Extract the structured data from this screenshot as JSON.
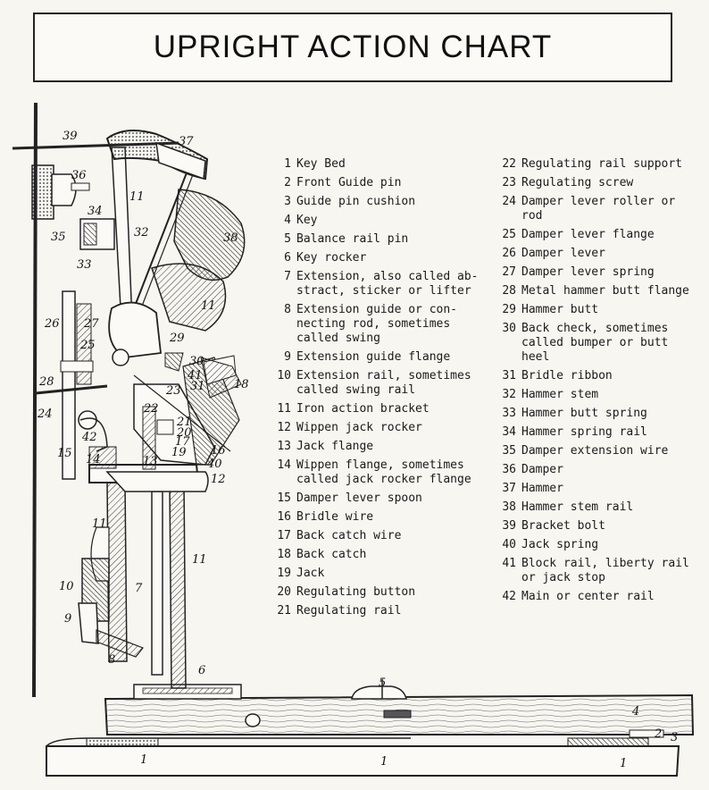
{
  "title": "UPRIGHT ACTION CHART",
  "legend_left": [
    {
      "num": "1",
      "text": "Key Bed"
    },
    {
      "num": "2",
      "text": "Front Guide pin"
    },
    {
      "num": "3",
      "text": "Guide pin cushion"
    },
    {
      "num": "4",
      "text": "Key"
    },
    {
      "num": "5",
      "text": "Balance rail pin"
    },
    {
      "num": "6",
      "text": "Key rocker"
    },
    {
      "num": "7",
      "text": "Extension, also called ab-stract, sticker or lifter"
    },
    {
      "num": "8",
      "text": "Extension guide or con-necting rod, sometimes called swing"
    },
    {
      "num": "9",
      "text": "Extension guide flange"
    },
    {
      "num": "10",
      "text": "Extension rail, sometimes called swing rail"
    },
    {
      "num": "11",
      "text": "Iron action bracket"
    },
    {
      "num": "12",
      "text": "Wippen jack rocker"
    },
    {
      "num": "13",
      "text": "Jack flange"
    },
    {
      "num": "14",
      "text": "Wippen flange, sometimes called jack rocker flange"
    },
    {
      "num": "15",
      "text": "Damper lever spoon"
    },
    {
      "num": "16",
      "text": "Bridle wire"
    },
    {
      "num": "17",
      "text": "Back catch wire"
    },
    {
      "num": "18",
      "text": "Back catch"
    },
    {
      "num": "19",
      "text": "Jack"
    },
    {
      "num": "20",
      "text": "Regulating button"
    },
    {
      "num": "21",
      "text": "Regulating rail"
    }
  ],
  "legend_right": [
    {
      "num": "22",
      "text": "Regulating rail support"
    },
    {
      "num": "23",
      "text": "Regulating screw"
    },
    {
      "num": "24",
      "text": "Damper lever roller or rod"
    },
    {
      "num": "25",
      "text": "Damper lever flange"
    },
    {
      "num": "26",
      "text": "Damper lever"
    },
    {
      "num": "27",
      "text": "Damper lever spring"
    },
    {
      "num": "28",
      "text": "Metal hammer butt flange"
    },
    {
      "num": "29",
      "text": "Hammer butt"
    },
    {
      "num": "30",
      "text": "Back check, sometimes called bumper or butt heel"
    },
    {
      "num": "31",
      "text": "Bridle ribbon"
    },
    {
      "num": "32",
      "text": "Hammer stem"
    },
    {
      "num": "33",
      "text": "Hammer butt spring"
    },
    {
      "num": "34",
      "text": "Hammer spring rail"
    },
    {
      "num": "35",
      "text": "Damper extension wire"
    },
    {
      "num": "36",
      "text": "Damper"
    },
    {
      "num": "37",
      "text": "Hammer"
    },
    {
      "num": "38",
      "text": "Hammer stem rail"
    },
    {
      "num": "39",
      "text": "Bracket bolt"
    },
    {
      "num": "40",
      "text": "Jack spring"
    },
    {
      "num": "41",
      "text": "Block rail, liberty rail or jack stop"
    },
    {
      "num": "42",
      "text": "Main or center rail"
    }
  ],
  "diagram_callouts": [
    "39",
    "37",
    "36",
    "11",
    "34",
    "32",
    "38",
    "35",
    "33",
    "11",
    "26",
    "27",
    "25",
    "29",
    "30",
    "28",
    "41",
    "23",
    "31",
    "18",
    "24",
    "22",
    "21",
    "20",
    "42",
    "17",
    "19",
    "16",
    "14",
    "15",
    "40",
    "13",
    "12",
    "11",
    "11",
    "7",
    "10",
    "9",
    "8",
    "6",
    "5",
    "4",
    "2",
    "3",
    "1",
    "1",
    "1"
  ]
}
